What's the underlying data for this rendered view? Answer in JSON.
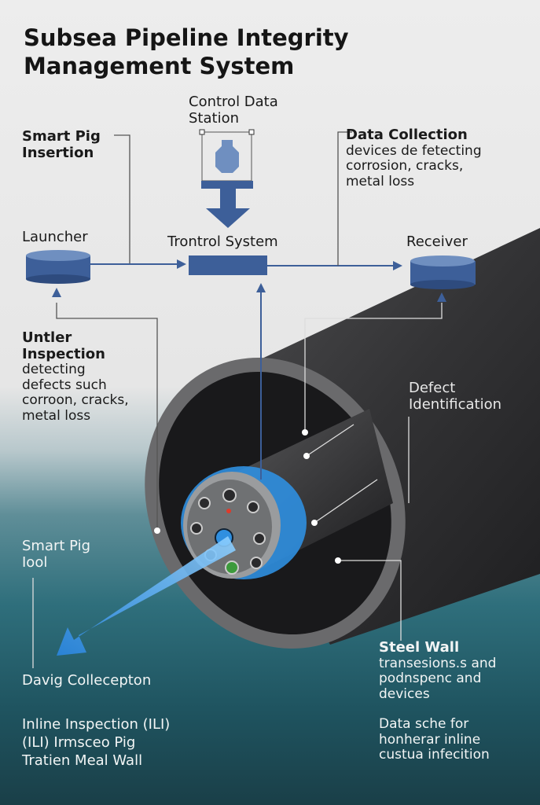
{
  "title": [
    "Subsea Pipeline Integrity",
    "Management System"
  ],
  "labels": {
    "control_station": [
      "Control Data",
      "Station"
    ],
    "smart_pig_insertion": [
      "Smart Pig",
      "Insertion"
    ],
    "data_collection": {
      "heading": "Data Collection",
      "body": [
        "devices de fetecting",
        "corrosion, cracks,",
        "metal loss"
      ]
    },
    "launcher": "Launcher",
    "control_system": "Trontrol System",
    "receiver": "Receiver",
    "untler_inspection": {
      "heading": [
        "Untler",
        "Inspection"
      ],
      "body": [
        "detecting",
        "defects such",
        "corroon, cracks,",
        "metal loss"
      ]
    },
    "defect_identification": [
      "Defect",
      "Identification"
    ],
    "smart_pig_tool": [
      "Smart Pig",
      "Iool"
    ],
    "data_collection_bottom": "Davig Collecepton",
    "ili": [
      "Inline Inspection (ILI)",
      "(ILI) Irmsceo Pig",
      "Tratien Meal Wall"
    ],
    "steel_wall": {
      "heading": "Steel Wall",
      "body": [
        "transesions.s and",
        "podnspenc and",
        "devices"
      ]
    },
    "data_scheme": [
      "Data sche for",
      "honherar inline",
      "custua infecition"
    ]
  },
  "colors": {
    "accent": "#3d5f99",
    "blue_glow": "#2f8fe0",
    "pipe": "#3a3a3c"
  }
}
